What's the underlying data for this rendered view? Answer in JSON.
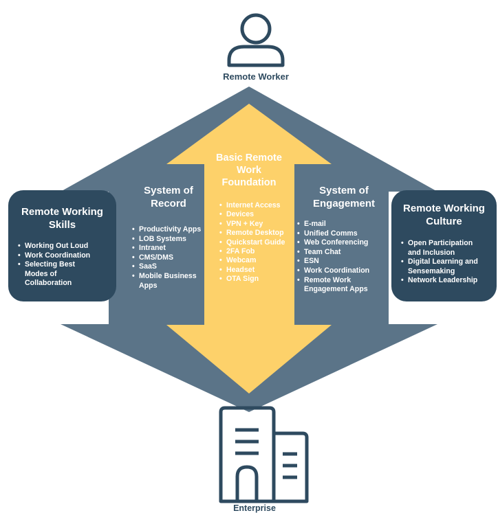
{
  "colors": {
    "slate": "#5b7488",
    "slate_dark": "#2e4a5f",
    "yellow": "#fdd16a",
    "white": "#ffffff"
  },
  "icons": {
    "top": "person-icon",
    "bottom": "building-icon"
  },
  "top_label": "Remote Worker",
  "bottom_label": "Enterprise",
  "center": {
    "title_lines": [
      "Basic Remote",
      "Work",
      "Foundation"
    ],
    "items": [
      "Internet Access",
      "Devices",
      "VPN + Key",
      "Remote Desktop",
      "Quickstart Guide",
      "2FA Fob",
      "Webcam",
      "Headset",
      "OTA Sign"
    ]
  },
  "left_column": {
    "title_lines": [
      "System of",
      "Record"
    ],
    "items": [
      "Productivity Apps",
      "LOB Systems",
      "Intranet",
      "CMS/DMS",
      "SaaS",
      "Mobile Business",
      "Apps"
    ]
  },
  "right_column": {
    "title_lines": [
      "System of",
      "Engagement"
    ],
    "items": [
      "E-mail",
      "Unified Comms",
      "Web Conferencing",
      "Team Chat",
      "ESN",
      "Work Coordination",
      "Remote Work",
      "Engagement Apps"
    ]
  },
  "left_card": {
    "title_lines": [
      "Remote Working",
      "Skills"
    ],
    "items": [
      "Working Out Loud",
      "Work Coordination",
      "Selecting Best",
      "Modes of",
      "Collaboration"
    ]
  },
  "right_card": {
    "title_lines": [
      "Remote Working",
      "Culture"
    ],
    "items": [
      "Open Participation",
      "and Inclusion",
      "Digital Learning and",
      "Sensemaking",
      "Network Leadership"
    ]
  }
}
